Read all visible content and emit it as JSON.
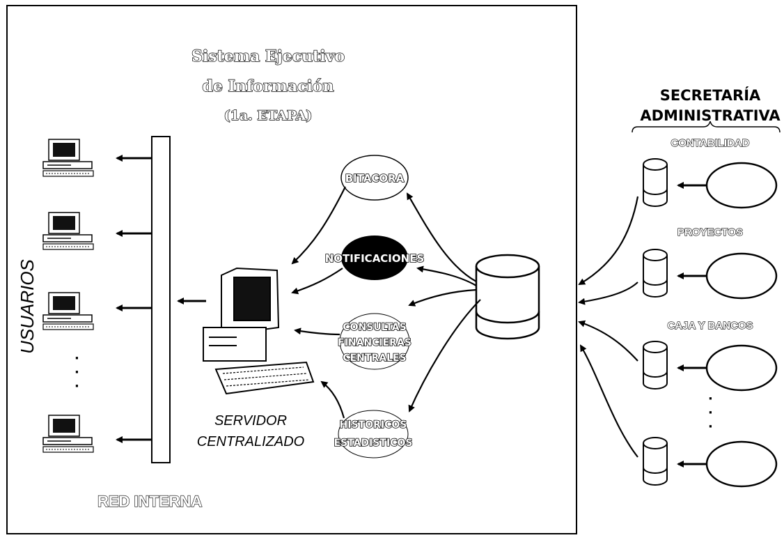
{
  "title": {
    "line1": "Sistema Ejecutivo",
    "line2": "de Información",
    "line3": "(1a. ETAPA)"
  },
  "users_label": "USUARIOS",
  "network_label": "RED INTERNA",
  "server_label": {
    "line1": "SERVIDOR",
    "line2": "CENTRALIZADO"
  },
  "modules": {
    "bitacora": "BITACORA",
    "notificaciones": "NOTIFICACIONES",
    "consultas": [
      "CONSULTAS",
      "FINANCIERAS",
      "CENTRALES"
    ],
    "historicos": [
      "HISTORICOS",
      "ESTADISTICOS"
    ]
  },
  "secretaria": {
    "line1": "SECRETARÍA",
    "line2": "ADMINISTRATIVA",
    "sources": [
      "CONTABILIDAD",
      "PROYECTOS",
      "CAJA Y BANCOS"
    ]
  },
  "ellipsis": "·"
}
